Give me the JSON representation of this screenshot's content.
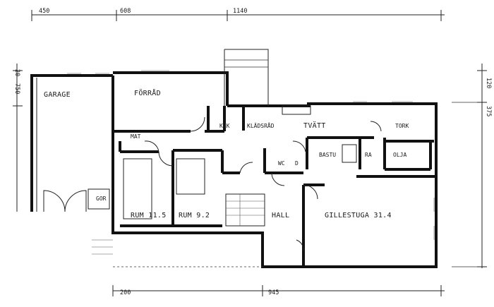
{
  "plan": {
    "rooms": {
      "garage": "GARAGE",
      "forrad": "FÖRRÅD",
      "mat": "MAT",
      "klk": "KLK",
      "kladsrad": "KLÄDSRÅD",
      "tvatt": "TVÄTT",
      "tork": "TORK",
      "wc": "WC",
      "d": "D",
      "bastu": "BASTU",
      "ra": "RA",
      "olja": "OLJA",
      "rum1": "RUM 11.5",
      "rum2": "RUM 9.2",
      "hall": "HALL",
      "gillestuga": "GILLESTUGA 31.4",
      "gor": "GOR"
    },
    "dimensions": {
      "top_1": "450",
      "top_2": "608",
      "top_3": "1140",
      "left_1": "20",
      "left_2": "750",
      "right_1": "120",
      "right_2": "375",
      "bottom_1": "200",
      "bottom_2": "945"
    }
  }
}
